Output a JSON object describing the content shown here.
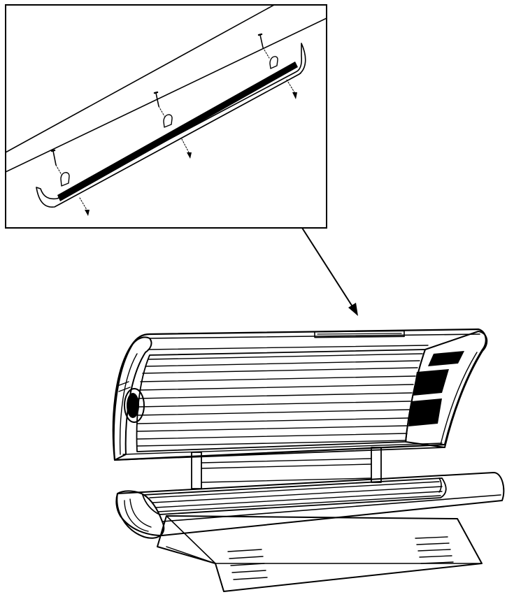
{
  "figure": {
    "description_label": "",
    "colors": {
      "ink": "#000000",
      "paper": "#ffffff"
    }
  },
  "inset": {
    "screw_count": 6,
    "bar_count": 1
  },
  "tanning_bed": {
    "canopy_lamp_count": 12,
    "bench_lamp_count": 4,
    "vent_slat_groups": 2
  }
}
